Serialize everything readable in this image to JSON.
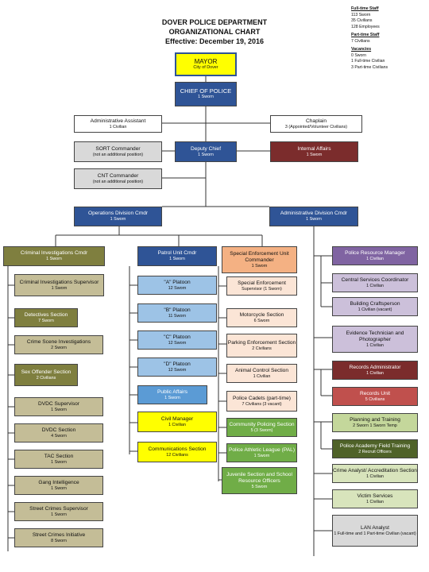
{
  "title": {
    "line1": "DOVER POLICE DEPARTMENT",
    "line2": "ORGANIZATIONAL CHART",
    "line3": "Effective: December 19, 2016"
  },
  "sidebar": {
    "s1": "Full-time Staff",
    "s2": "113 Sworn",
    "s3": "35 Civilians",
    "s4": "128 Employees",
    "s5": "Part-time Staff",
    "s6": "7 Civilians",
    "s7": "Vacancies",
    "s8": "0 Sworn",
    "s9": "1 Full-time Civilian",
    "s10": "3 Part-time Civilians"
  },
  "colors": {
    "navy": "#2f5496",
    "yellow": "#ffff00",
    "gray": "#d9d9d9",
    "maroon": "#7b2c2c",
    "olive": "#7f7f3f",
    "lightblue": "#9dc3e6",
    "orange": "#f4b183",
    "purple": "#8064a2",
    "lavender": "#ccc0da",
    "green": "#70ad47",
    "darkgreen": "#4f6228"
  },
  "boxes": {
    "mayor": {
      "t": "MAYOR",
      "s": "City of Dover"
    },
    "chief": {
      "t": "CHIEF OF POLICE",
      "s": "1 Sworn"
    },
    "admin_asst": {
      "t": "Administrative Assistant",
      "s": "1 Civilian"
    },
    "chaplain": {
      "t": "Chaplain",
      "s": "3 (Appointed/Volunteer Civilians)"
    },
    "sort": {
      "t": "SORT Commander",
      "s": "(not an additional position)"
    },
    "deputy": {
      "t": "Deputy Chief",
      "s": "1 Sworn"
    },
    "ia": {
      "t": "Internal Affairs",
      "s": "1 Sworn"
    },
    "cnt": {
      "t": "CNT Commander",
      "s": "(not an additional position)"
    },
    "ops": {
      "t": "Operations Division Cmdr",
      "s": "1 Sworn"
    },
    "adm": {
      "t": "Administrative Division Cmdr",
      "s": "1 Sworn"
    },
    "cic": {
      "t": "Criminal Investigations Cmdr",
      "s": "1 Sworn"
    },
    "cis": {
      "t": "Criminal Investigations Supervisor",
      "s": "1 Sworn"
    },
    "det": {
      "t": "Detectives Section",
      "s": "7 Sworn"
    },
    "csi": {
      "t": "Crime Scene Investigations",
      "s": "2 Sworn"
    },
    "sos": {
      "t": "Sex Offender Section",
      "s": "2 Civilians"
    },
    "dvdc_sup": {
      "t": "DVDC Supervisor",
      "s": "1 Sworn"
    },
    "dvdc_sec": {
      "t": "DVDC Section",
      "s": "4 Sworn"
    },
    "tac": {
      "t": "TAC Section",
      "s": "1 Sworn"
    },
    "gang": {
      "t": "Gang Intelligence",
      "s": "1 Sworn"
    },
    "scs": {
      "t": "Street Crimes Supervisor",
      "s": "1 Sworn"
    },
    "sci": {
      "t": "Street Crimes Initiative",
      "s": "8 Sworn"
    },
    "patrol": {
      "t": "Patrol Unit Cmdr",
      "s": "1 Sworn"
    },
    "pa": {
      "t": "\"A\" Platoon",
      "s": "12 Sworn"
    },
    "pb": {
      "t": "\"B\" Platoon",
      "s": "11 Sworn"
    },
    "pc": {
      "t": "\"C\" Platoon",
      "s": "12 Sworn"
    },
    "pd": {
      "t": "\"D\" Platoon",
      "s": "12 Sworn"
    },
    "pubaff": {
      "t": "Public Affairs",
      "s": "1 Sworn"
    },
    "civmgr": {
      "t": "Civil Manager",
      "s": "1 Civilian"
    },
    "comms": {
      "t": "Communications Section",
      "s": "12 Civilians"
    },
    "seu_cmdr": {
      "t": "Special Enforcement Unit Commander",
      "s": "1 Sworn"
    },
    "seu_sup": {
      "t": "Special Enforcement",
      "s": "Supervisor (1 Sworn)"
    },
    "moto": {
      "t": "Motorcycle Section",
      "s": "6 Sworn"
    },
    "park": {
      "t": "Parking Enforcement Section",
      "s": "2 Civilians"
    },
    "animal": {
      "t": "Animal Control Section",
      "s": "1 Civilian"
    },
    "cadets": {
      "t": "Police Cadets (part-time)",
      "s": "7 Civilians (3 vacant)"
    },
    "community": {
      "t": "Community Policing Section",
      "s": "5 (3 Sworn)"
    },
    "pal": {
      "t": "Police Athletic League (PAL)",
      "s": "1 Sworn"
    },
    "juvenile": {
      "t": "Juvenile Section and School Resource Officers",
      "s": "5 Sworn"
    },
    "prm": {
      "t": "Police Resource Manager",
      "s": "1 Civilian"
    },
    "csc": {
      "t": "Central Services Coordinator",
      "s": "1 Civilian"
    },
    "bldg": {
      "t": "Building Craftsperson",
      "s": "1 Civilian (vacant)"
    },
    "evid": {
      "t": "Evidence Technician and Photographer",
      "s": "1 Civilian"
    },
    "recadm": {
      "t": "Records Administrator",
      "s": "1 Civilian"
    },
    "recunit": {
      "t": "Records Unit",
      "s": "5 Civilians"
    },
    "plan": {
      "t": "Planning and Training",
      "s": "2 Sworn 1 Sworn Temp"
    },
    "academy": {
      "t": "Police Academy Field Training",
      "s": "2 Recruit Officers"
    },
    "crime": {
      "t": "Crime Analyst/ Accreditation Section",
      "s": "1 Civilian"
    },
    "victim": {
      "t": "Victim Services",
      "s": "1 Civilian"
    },
    "lan": {
      "t": "LAN Analyst",
      "s": "1 Full-time and 1 Part-time Civilian (vacant)"
    }
  }
}
